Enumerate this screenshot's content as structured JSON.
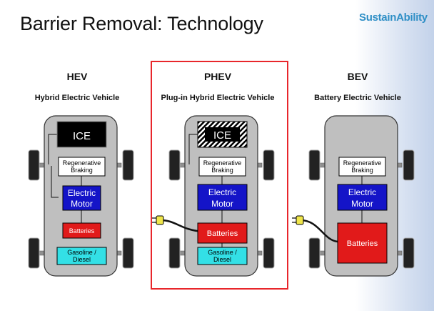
{
  "slide": {
    "title": "Barrier Removal: Technology",
    "brand": "SustainAbility"
  },
  "colors": {
    "body": "#bfbfbf",
    "ice": "#000000",
    "motor": "#1414c8",
    "batteries": "#e11a1a",
    "fuel": "#33e0e6",
    "highlight": "#e8262b",
    "brand": "#2f8fc6"
  },
  "columns": [
    {
      "abbr": "HEV",
      "full": "Hybrid Electric Vehicle",
      "ice": "ICE",
      "braking": [
        "Regenerative",
        "Braking"
      ],
      "motor": [
        "Electric",
        "Motor"
      ],
      "batteries": "Batteries",
      "fuel": [
        "Gasoline /",
        "Diesel"
      ]
    },
    {
      "abbr": "PHEV",
      "full": "Plug-in Hybrid Electric Vehicle",
      "ice": "ICE",
      "braking": [
        "Regenerative",
        "Braking"
      ],
      "motor": [
        "Electric",
        "Motor"
      ],
      "batteries": "Batteries",
      "fuel": [
        "Gasoline /",
        "Diesel"
      ]
    },
    {
      "abbr": "BEV",
      "full": "Battery Electric Vehicle",
      "braking": [
        "Regenerative",
        "Braking"
      ],
      "motor": [
        "Electric",
        "Motor"
      ],
      "batteries": "Batteries"
    }
  ]
}
